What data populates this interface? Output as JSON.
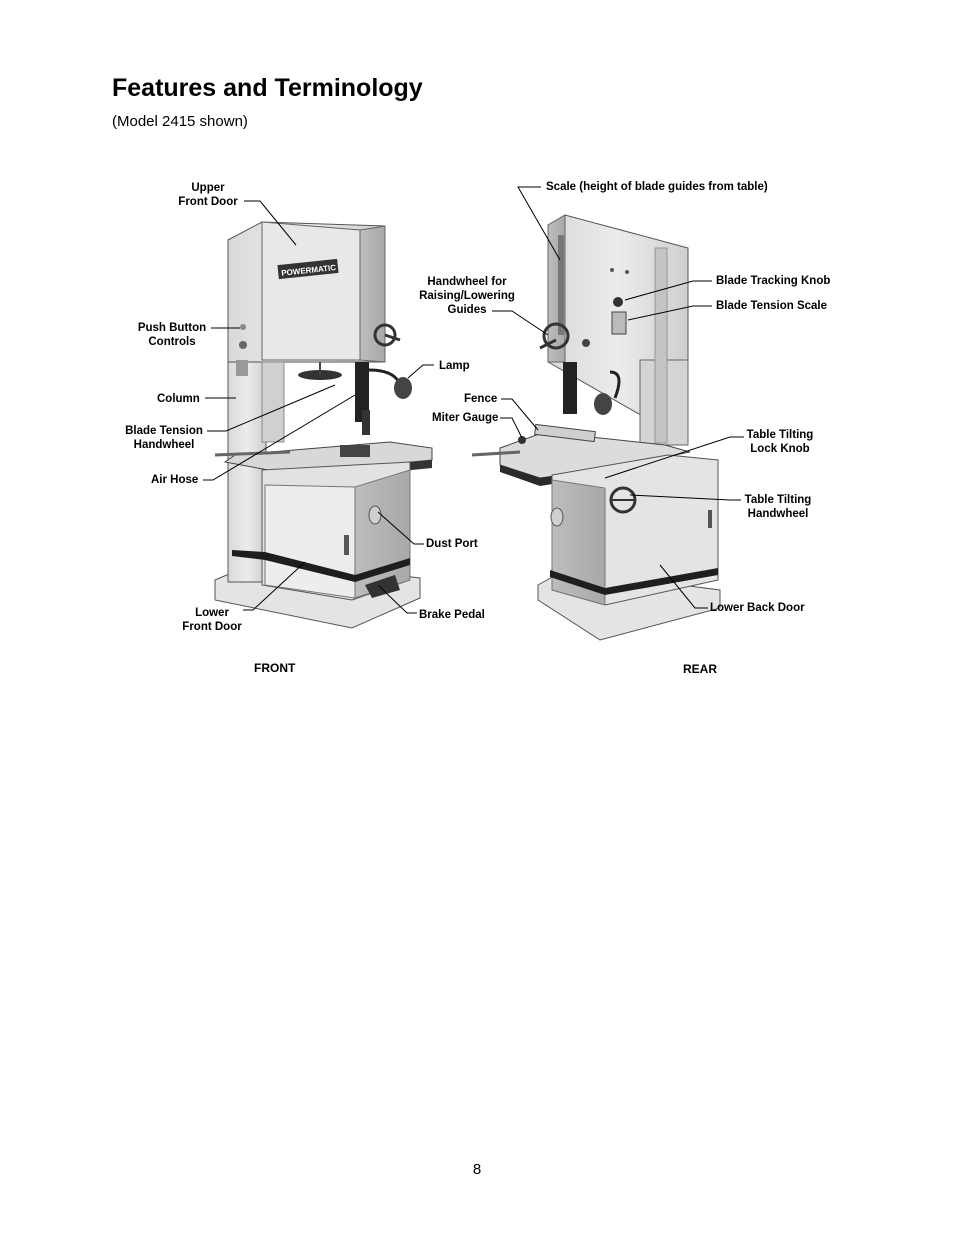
{
  "page": {
    "title": "Features and Terminology",
    "subtitle": "(Model 2415 shown)",
    "page_number": "8"
  },
  "front": {
    "view_label": "FRONT",
    "brand": "POWERMATIC",
    "labels": {
      "upper_front_door": "Upper\nFront Door",
      "push_button_controls": "Push Button\nControls",
      "column": "Column",
      "blade_tension_handwheel": "Blade Tension\nHandwheel",
      "air_hose": "Air Hose",
      "lamp": "Lamp",
      "dust_port": "Dust Port",
      "lower_front_door": "Lower\nFront Door",
      "brake_pedal": "Brake Pedal"
    }
  },
  "rear": {
    "view_label": "REAR",
    "labels": {
      "scale": "Scale (height of blade guides from table)",
      "handwheel_guides": "Handwheel for\nRaising/Lowering\nGuides",
      "blade_tracking_knob": "Blade Tracking Knob",
      "blade_tension_scale": "Blade Tension Scale",
      "fence": "Fence",
      "miter_gauge": "Miter Gauge",
      "table_tilting_lock_knob": "Table Tilting\nLock Knob",
      "table_tilting_handwheel": "Table Tilting\nHandwheel",
      "lower_back_door": "Lower Back Door"
    }
  }
}
